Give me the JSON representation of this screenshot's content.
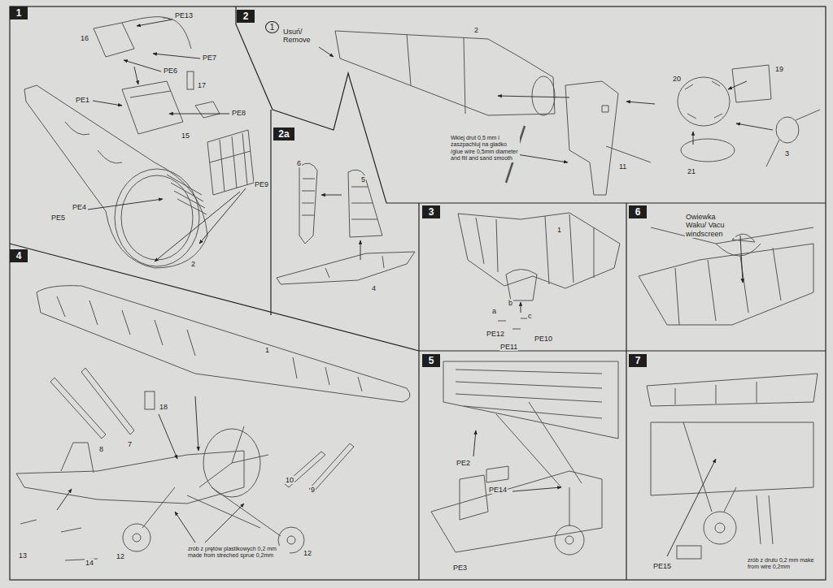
{
  "diagram": {
    "nodes": [
      {
        "text": [
          "1"
        ]
      },
      {
        "text": [
          "2"
        ]
      },
      {
        "text": [
          "1"
        ]
      },
      {
        "text": [
          "2a"
        ]
      },
      {
        "text": [
          "3"
        ]
      },
      {
        "text": [
          "6"
        ]
      },
      {
        "text": [
          "4"
        ]
      },
      {
        "text": [
          "5"
        ]
      },
      {
        "text": [
          "7"
        ]
      }
    ],
    "labels": [
      "PE13",
      "16",
      "PE7",
      "PE6",
      "17",
      "PE1",
      "PE8",
      "15",
      "PE9",
      "PE4",
      "PE5",
      "2",
      "Usuń/ Remove",
      "2",
      "20",
      "19",
      "11",
      "21",
      "3",
      "Wklej drut 0,5 mm i zaszpachluj na gładko /glue wire 0,5mm diameter and fill and sand smooth",
      "6",
      "5",
      "4",
      "1",
      "a",
      "b",
      "c",
      "PE12",
      "PE10",
      "PE11",
      "Owiewka Waku/ Vacu windscreen",
      "1",
      "18",
      "8",
      "7",
      "10",
      "9",
      "13",
      "14",
      "12",
      "12",
      "zrób z prętów plastikowych 0,2 mm made from streched sprue 0,2mm",
      "PE2",
      "PE14",
      "PE3",
      "PE15",
      "zrób z drutu 0,2 mm make from wire 0,2mm"
    ]
  }
}
